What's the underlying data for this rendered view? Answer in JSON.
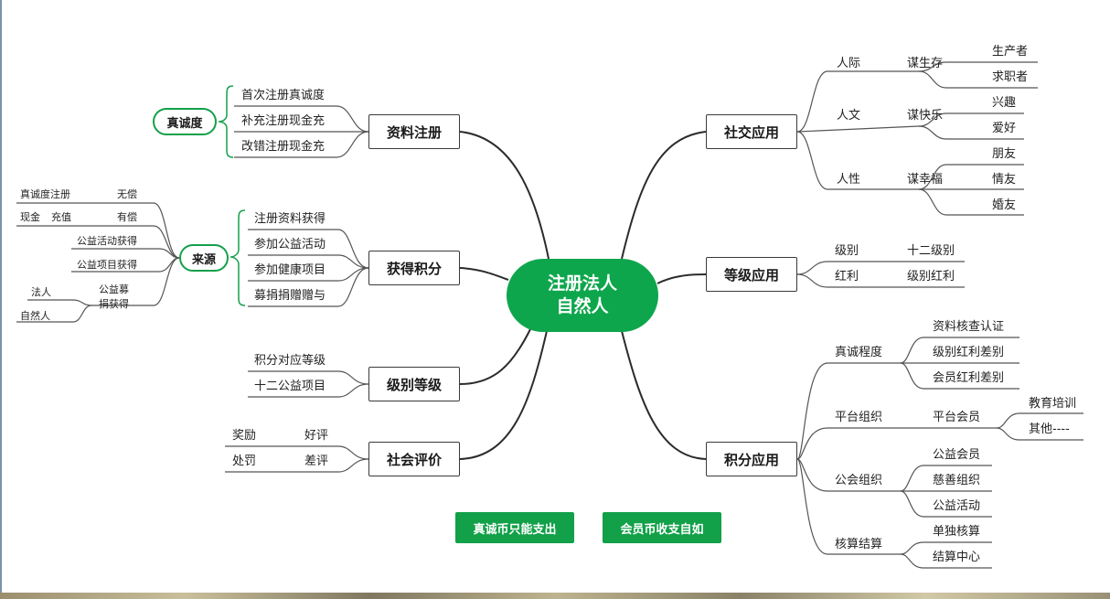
{
  "center": {
    "line1": "注册法人",
    "line2": "自然人"
  },
  "branches": {
    "ziliao": {
      "title": "资料注册",
      "items": [
        "首次注册真诚度",
        "补充注册现金充",
        "改错注册现金充"
      ],
      "tag": "真诚度"
    },
    "huode": {
      "title": "获得积分",
      "items": [
        "注册资料获得",
        "参加公益活动",
        "参加健康项目",
        "募捐捐赠赠与"
      ],
      "tag": "来源",
      "sources": {
        "r1a": "真诚度注册",
        "r1b": "无偿",
        "r2a": "现金",
        "r2b": "充值",
        "r2c": "有偿",
        "r3": "公益活动获得",
        "r4": "公益项目获得",
        "r5a": "法人",
        "r5b": "公益募",
        "r5c": "捐获得",
        "r6": "自然人"
      }
    },
    "jibie": {
      "title": "级别等级",
      "items": [
        "积分对应等级",
        "十二公益项目"
      ]
    },
    "shehui": {
      "title": "社会评价",
      "rows": [
        {
          "a": "奖励",
          "b": "好评"
        },
        {
          "a": "处罚",
          "b": "差评"
        }
      ]
    },
    "shejiao": {
      "title": "社交应用",
      "groups": [
        {
          "a": "人际",
          "b": "谋生存",
          "c": [
            "生产者",
            "求职者"
          ]
        },
        {
          "a": "人文",
          "b": "谋快乐",
          "c": [
            "兴趣",
            "爱好"
          ]
        },
        {
          "a": "人性",
          "b": "谋幸福",
          "c": [
            "朋友",
            "情友",
            "婚友"
          ]
        }
      ]
    },
    "dengji": {
      "title": "等级应用",
      "rows": [
        {
          "a": "级别",
          "b": "十二级别"
        },
        {
          "a": "红利",
          "b": "级别红利"
        }
      ]
    },
    "jifen": {
      "title": "积分应用",
      "zhencheng": {
        "label": "真诚程度",
        "items": [
          "资料核查认证",
          "级别红利差别",
          "会员红利差别"
        ]
      },
      "pingtai": {
        "label": "平台组织",
        "sub": "平台会员",
        "items": [
          "教育培训",
          "其他----"
        ]
      },
      "gonghui": {
        "label": "公会组织",
        "items": [
          "公益会员",
          "慈善组织",
          "公益活动"
        ]
      },
      "hesuan": {
        "label": "核算结算",
        "items": [
          "单独核算",
          "结算中心"
        ]
      }
    }
  },
  "buttons": {
    "b1": "真诚币只能支出",
    "b2": "会员币收支自如"
  },
  "colors": {
    "accent": "#0ea64c",
    "line": "#2b2b2b",
    "thin": "#555555"
  }
}
